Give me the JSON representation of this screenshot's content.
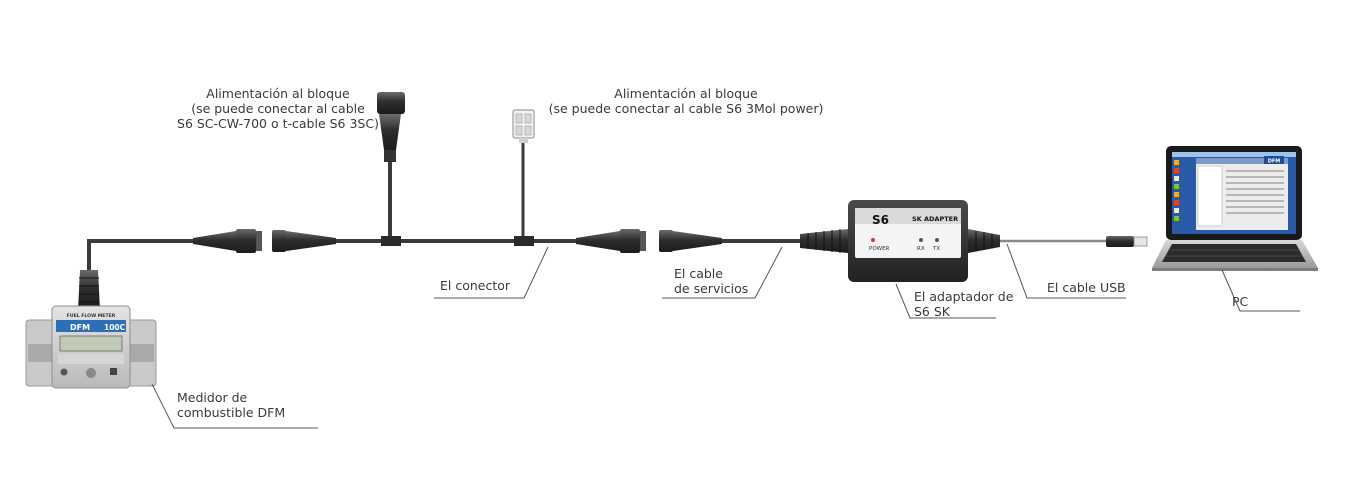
{
  "labels": {
    "power_block_left": [
      "Alimentación al bloque",
      "(se puede conectar al cable",
      "S6 SC-CW-700 o t-cable S6 3SC)"
    ],
    "power_block_right": [
      "Alimentación al bloque",
      "(se puede conectar al cable S6 3Mol power)"
    ],
    "connector": "El conector",
    "service_cable": [
      "El cable",
      "de servicios"
    ],
    "adapter": [
      "El adaptador de",
      "S6 SK"
    ],
    "usb_cable": "El cable USB",
    "pc": "PC",
    "meter": [
      "Medidor de",
      "combustible DFM"
    ]
  },
  "meter_device": {
    "header": "FUEL FLOW METER",
    "model": "DFM",
    "model_code": "100C"
  },
  "adapter_device": {
    "logo": "S6",
    "title": "SK ADAPTER",
    "power_led": "POWER",
    "rx_led": "RX",
    "tx_led": "TX"
  },
  "laptop_screen": {
    "corner_logo": "DFM"
  },
  "colors": {
    "cable": "#3b3b3b",
    "usb_cable": "#8a8a8a",
    "leader_line": "#555555",
    "text": "#3a3a3a",
    "power_led": "#d93a2b"
  }
}
